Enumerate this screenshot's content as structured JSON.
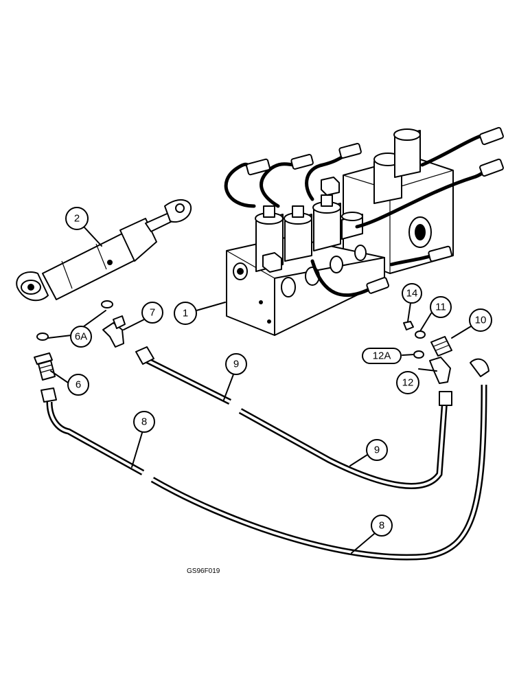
{
  "figure_id": "GS96F019",
  "callouts": [
    {
      "id": "c1",
      "label": "1"
    },
    {
      "id": "c2",
      "label": "2"
    },
    {
      "id": "c6",
      "label": "6"
    },
    {
      "id": "c6A",
      "label": "6A"
    },
    {
      "id": "c7",
      "label": "7"
    },
    {
      "id": "c8a",
      "label": "8"
    },
    {
      "id": "c8b",
      "label": "8"
    },
    {
      "id": "c9a",
      "label": "9"
    },
    {
      "id": "c9b",
      "label": "9"
    },
    {
      "id": "c10",
      "label": "10"
    },
    {
      "id": "c11",
      "label": "11"
    },
    {
      "id": "c12",
      "label": "12"
    },
    {
      "id": "c12A",
      "label": "12A"
    },
    {
      "id": "c14",
      "label": "14"
    }
  ]
}
